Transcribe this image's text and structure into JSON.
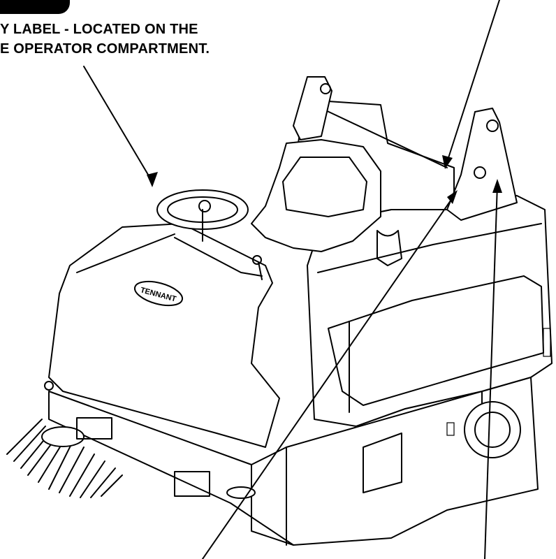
{
  "callout": {
    "line1": "Y LABEL - LOCATED ON THE",
    "line2": "E OPERATOR COMPARTMENT."
  },
  "badge": {
    "brand": "TENNANT"
  }
}
